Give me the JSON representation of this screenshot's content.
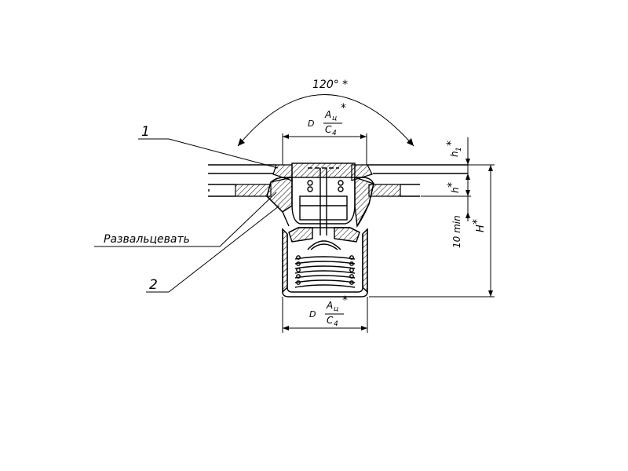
{
  "drawing": {
    "angle_label": "120° *",
    "top_dimension": {
      "d": "D",
      "num": "A",
      "num_sub": "ц",
      "den": "C",
      "den_sub": "4",
      "star": "*"
    },
    "bottom_dimension": {
      "d": "D",
      "num": "A",
      "num_sub": "ц",
      "den": "C",
      "den_sub": "4",
      "star": "*"
    },
    "callout_1": "1",
    "callout_2": "2",
    "note_label": "Развальцевать",
    "dim_h1": "h",
    "dim_h1_sub": "1",
    "dim_h": "h",
    "dim_H": "H",
    "star": "*",
    "dim_10min": "10 min"
  }
}
